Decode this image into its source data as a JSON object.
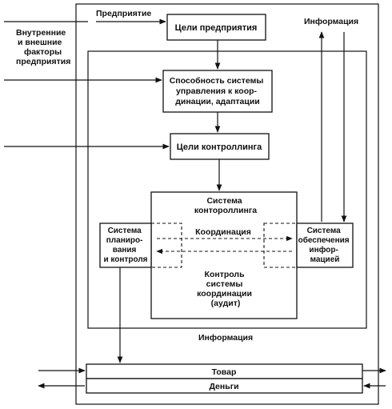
{
  "labels": {
    "enterprise": "Предприятие",
    "external_factors": [
      "Внутренние",
      "и внешние",
      "факторы",
      "предприятия"
    ],
    "information_top": "Информация",
    "information_bottom": "Информация"
  },
  "boxes": {
    "goals_enterprise": [
      "Цели предприятия"
    ],
    "capability": [
      "Способность системы",
      "управления к коор-",
      "динации, адаптации"
    ],
    "controlling_goals": [
      "Цели контроллинга"
    ],
    "controlling_system": [
      "Система",
      "контороллинга"
    ],
    "coordination": [
      "Координация"
    ],
    "control_audit": [
      "Контроль",
      "системы",
      "координации",
      "(аудит)"
    ],
    "planning": [
      "Система",
      "планиро-",
      "вания",
      "и контроля"
    ],
    "info_support": [
      "Система",
      "обеспечения",
      "инфор-",
      "мацией"
    ],
    "goods": [
      "Товар"
    ],
    "money": [
      "Деньги"
    ]
  }
}
